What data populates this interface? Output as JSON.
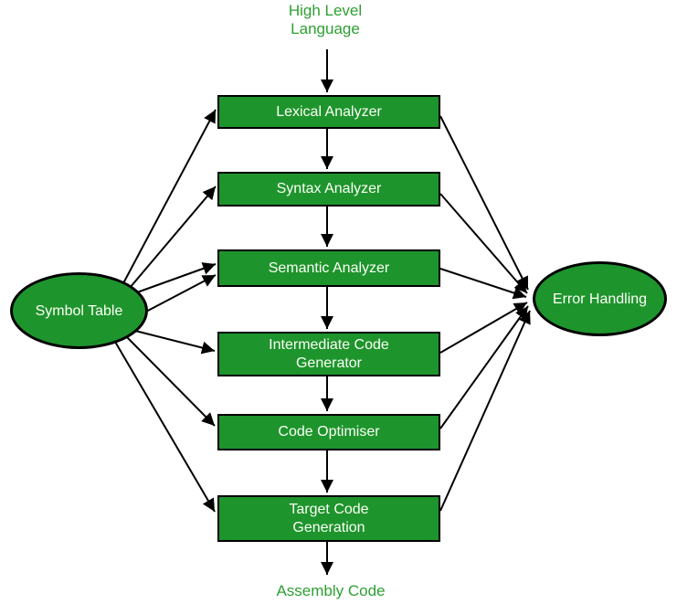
{
  "diagram": {
    "io_labels": {
      "input": "High Level\nLanguage",
      "output": "Assembly Code"
    },
    "boxes": [
      {
        "id": "lexical-analyzer",
        "label": "Lexical Analyzer"
      },
      {
        "id": "syntax-analyzer",
        "label": "Syntax Analyzer"
      },
      {
        "id": "semantic-analyzer",
        "label": "Semantic Analyzer"
      },
      {
        "id": "intermediate-code-generator",
        "label": "Intermediate Code\nGenerator"
      },
      {
        "id": "code-optimiser",
        "label": "Code Optimiser"
      },
      {
        "id": "target-code-generation",
        "label": "Target Code\nGeneration"
      }
    ],
    "ellipses": [
      {
        "id": "symbol-table",
        "label": "Symbol Table"
      },
      {
        "id": "error-handling",
        "label": "Error Handling"
      }
    ],
    "edges": [
      {
        "from": "high-level-language",
        "to": "lexical-analyzer"
      },
      {
        "from": "lexical-analyzer",
        "to": "syntax-analyzer"
      },
      {
        "from": "syntax-analyzer",
        "to": "semantic-analyzer"
      },
      {
        "from": "semantic-analyzer",
        "to": "intermediate-code-generator"
      },
      {
        "from": "intermediate-code-generator",
        "to": "code-optimiser"
      },
      {
        "from": "code-optimiser",
        "to": "target-code-generation"
      },
      {
        "from": "target-code-generation",
        "to": "assembly-code"
      },
      {
        "from": "symbol-table",
        "to": "lexical-analyzer"
      },
      {
        "from": "symbol-table",
        "to": "syntax-analyzer"
      },
      {
        "from": "symbol-table",
        "to": "semantic-analyzer"
      },
      {
        "from": "symbol-table",
        "to": "semantic-analyzer"
      },
      {
        "from": "symbol-table",
        "to": "intermediate-code-generator"
      },
      {
        "from": "symbol-table",
        "to": "code-optimiser"
      },
      {
        "from": "symbol-table",
        "to": "target-code-generation"
      },
      {
        "from": "lexical-analyzer",
        "to": "error-handling"
      },
      {
        "from": "syntax-analyzer",
        "to": "error-handling"
      },
      {
        "from": "semantic-analyzer",
        "to": "error-handling"
      },
      {
        "from": "intermediate-code-generator",
        "to": "error-handling"
      },
      {
        "from": "code-optimiser",
        "to": "error-handling"
      },
      {
        "from": "target-code-generation",
        "to": "error-handling"
      }
    ],
    "colors": {
      "node_fill": "#1e942d",
      "node_border": "#000000",
      "node_text": "#fcfff5",
      "io_label_text": "#2da032",
      "arrow": "#000000"
    }
  }
}
